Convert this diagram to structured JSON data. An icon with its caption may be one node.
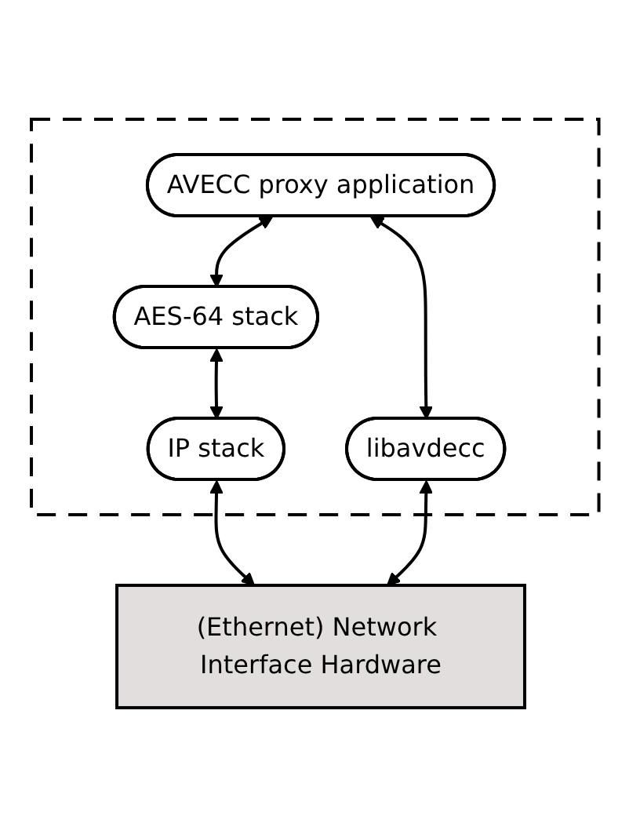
{
  "diagram": {
    "nodes": [
      {
        "text": [],
        "shape": "box"
      },
      {
        "text": [
          "AVECC proxy application"
        ],
        "in": 0
      },
      {
        "text": [
          "AES-64 stack"
        ],
        "in": 0
      },
      {
        "text": [
          "IP stack"
        ],
        "in": 0
      },
      {
        "text": [
          "libavdecc"
        ],
        "in": 0
      },
      {
        "text": [
          "(Ethernet) Network Interface Hardware"
        ]
      }
    ],
    "edges": [
      {
        "from": 1,
        "to": 2,
        "arrow": "both"
      },
      {
        "from": 1,
        "to": 4,
        "arrow": "both"
      },
      {
        "from": 2,
        "to": 3,
        "arrow": "both"
      },
      {
        "from": 3,
        "to": 5,
        "arrow": "both"
      },
      {
        "from": 4,
        "to": 5,
        "arrow": "both"
      }
    ]
  }
}
